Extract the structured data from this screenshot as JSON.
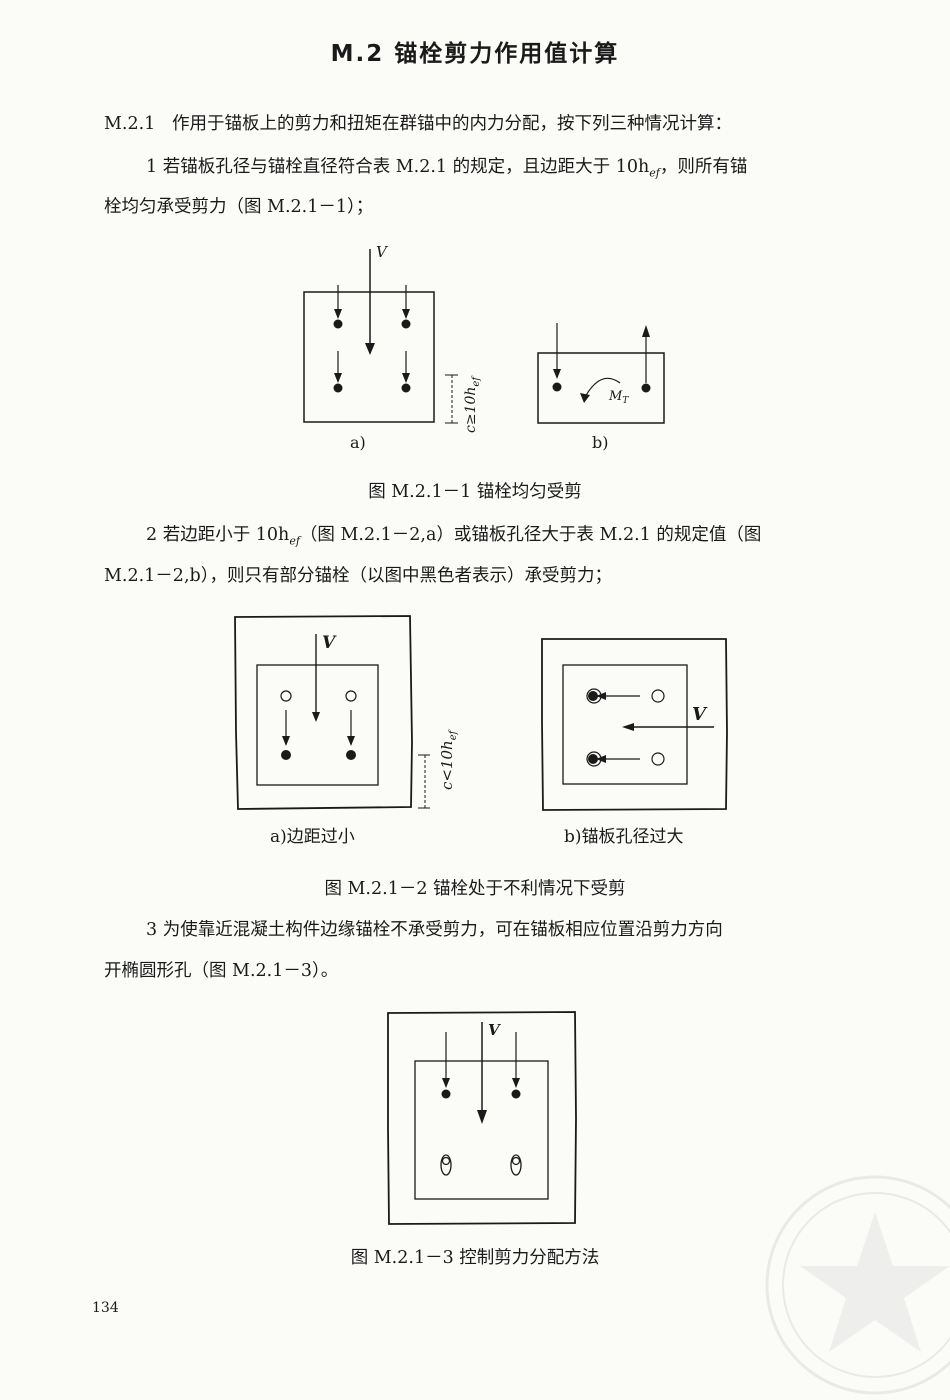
{
  "section_title": "M.2  锚栓剪力作用值计算",
  "clause": {
    "number": "M.2.1",
    "text": "作用于锚板上的剪力和扭矩在群锚中的内力分配，按下列三种情况计算："
  },
  "item1": {
    "line1": "1   若锚板孔径与锚栓直径符合表 M.2.1 的规定，且边距大于 10h",
    "line1_sub": "ef",
    "line1_tail": "，则所有锚",
    "line2": "栓均匀承受剪力（图 M.2.1－1）；"
  },
  "fig1": {
    "caption": "图 M.2.1－1    锚栓均匀受剪",
    "label_a": "a)",
    "label_b": "b)",
    "force_label": "V",
    "torque_label": "M",
    "torque_sub": "T",
    "edge_label": "c≥10h",
    "edge_sub": "ef"
  },
  "item2": {
    "line1": "2   若边距小于 10h",
    "line1_sub": "ef",
    "line1_tail": "（图 M.2.1－2,a）或锚板孔径大于表 M.2.1 的规定值（图",
    "line2": "M.2.1－2,b），则只有部分锚栓（以图中黑色者表示）承受剪力；"
  },
  "fig2": {
    "caption": "图 M.2.1－2    锚栓处于不利情况下受剪",
    "label_a": "a)边距过小",
    "label_b": "b)锚板孔径过大",
    "force_label": "V",
    "edge_label": "c<10h",
    "edge_sub": "ef"
  },
  "item3": {
    "line1": "3   为使靠近混凝土构件边缘锚栓不承受剪力，可在锚板相应位置沿剪力方向",
    "line2": "开椭圆形孔（图 M.2.1－3）。"
  },
  "fig3": {
    "caption": "图 M.2.1－3    控制剪力分配方法",
    "force_label": "V"
  },
  "page_number": "134"
}
